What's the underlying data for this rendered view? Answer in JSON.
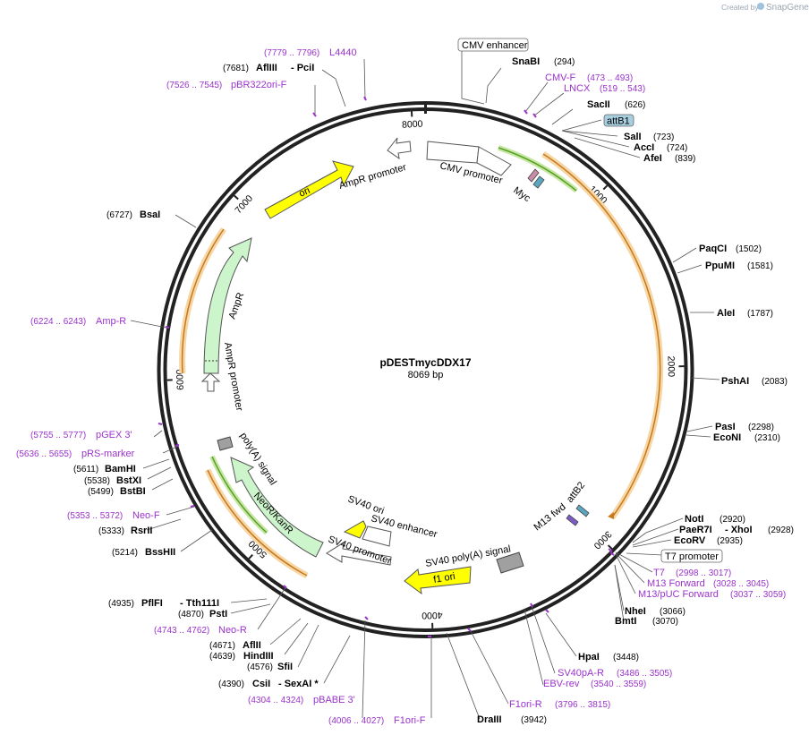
{
  "credit": {
    "prefix": "Created by",
    "app": "SnapGene"
  },
  "plasmid": {
    "name": "pDESTmycDDX17",
    "size_label": "8069 bp",
    "length": 8069
  },
  "ticks": [
    {
      "pos": 1000,
      "label": "1000"
    },
    {
      "pos": 2000,
      "label": "2000"
    },
    {
      "pos": 3000,
      "label": "3000"
    },
    {
      "pos": 4000,
      "label": "4000"
    },
    {
      "pos": 5000,
      "label": "5000"
    },
    {
      "pos": 6000,
      "label": "6000"
    },
    {
      "pos": 7000,
      "label": "7000"
    },
    {
      "pos": 8000,
      "label": "8000"
    }
  ],
  "enzymes": [
    {
      "id": "snabi",
      "name": "SnaBI",
      "pos_label": "(294)"
    },
    {
      "id": "sacii",
      "name": "SacII",
      "pos_label": "(626)"
    },
    {
      "id": "sali",
      "name": "SalI",
      "pos_label": "(723)"
    },
    {
      "id": "acci",
      "name": "AccI",
      "pos_label": "(724)"
    },
    {
      "id": "afei",
      "name": "AfeI",
      "pos_label": "(839)"
    },
    {
      "id": "paqci",
      "name": "PaqCI",
      "pos_label": "(1502)"
    },
    {
      "id": "ppumi",
      "name": "PpuMI",
      "pos_label": "(1581)"
    },
    {
      "id": "alei",
      "name": "AleI",
      "pos_label": "(1787)"
    },
    {
      "id": "pshai",
      "name": "PshAI",
      "pos_label": "(2083)"
    },
    {
      "id": "pasi",
      "name": "PasI",
      "pos_label": "(2298)"
    },
    {
      "id": "econi",
      "name": "EcoNI",
      "pos_label": "(2310)"
    },
    {
      "id": "noti",
      "name": "NotI",
      "pos_label": "(2920)"
    },
    {
      "id": "paer7i",
      "name": "PaeR7I",
      "extra": "XhoI",
      "pos_label": "(2928)"
    },
    {
      "id": "ecorv",
      "name": "EcoRV",
      "pos_label": "(2935)"
    },
    {
      "id": "nhei",
      "name": "NheI",
      "pos_label": "(3066)"
    },
    {
      "id": "bmti",
      "name": "BmtI",
      "pos_label": "(3070)"
    },
    {
      "id": "hpai",
      "name": "HpaI",
      "pos_label": "(3448)"
    },
    {
      "id": "draiii",
      "name": "DraIII",
      "pos_label": "(3942)"
    },
    {
      "id": "csii",
      "name": "CsiI",
      "extra": "SexAI *",
      "pos_label": "(4390)"
    },
    {
      "id": "sfii",
      "name": "SfiI",
      "pos_label": "(4576)"
    },
    {
      "id": "hindiii",
      "name": "HindIII",
      "pos_label": "(4639)"
    },
    {
      "id": "aflii",
      "name": "AflII",
      "pos_label": "(4671)"
    },
    {
      "id": "psti",
      "name": "PstI",
      "pos_label": "(4870)"
    },
    {
      "id": "pflfi",
      "name": "PflFI",
      "extra": "Tth111I",
      "pos_label": "(4935)"
    },
    {
      "id": "bsshii",
      "name": "BssHII",
      "pos_label": "(5214)"
    },
    {
      "id": "rsrii",
      "name": "RsrII",
      "pos_label": "(5333)"
    },
    {
      "id": "bstbi",
      "name": "BstBI",
      "pos_label": "(5499)"
    },
    {
      "id": "bstxi",
      "name": "BstXI",
      "pos_label": "(5538)"
    },
    {
      "id": "bamhi",
      "name": "BamHI",
      "pos_label": "(5611)"
    },
    {
      "id": "bsai",
      "name": "BsaI",
      "pos_label": "(6727)"
    },
    {
      "id": "afliii",
      "name": "AflIII",
      "extra": "PciI",
      "pos_label": "(7681)"
    }
  ],
  "primers": [
    {
      "id": "cmvf",
      "name": "CMV-F",
      "range": "(473 .. 493)"
    },
    {
      "id": "lncx",
      "name": "LNCX",
      "range": "(519 .. 543)"
    },
    {
      "id": "t7",
      "name": "T7",
      "range": "(2998 .. 3017)"
    },
    {
      "id": "m13fwd",
      "name": "M13 Forward",
      "range": "(3028 .. 3045)"
    },
    {
      "id": "m13puc",
      "name": "M13/pUC Forward",
      "range": "(3037 .. 3059)"
    },
    {
      "id": "sv40par",
      "name": "SV40pA-R",
      "range": "(3486 .. 3505)"
    },
    {
      "id": "ebvrev",
      "name": "EBV-rev",
      "range": "(3540 .. 3559)"
    },
    {
      "id": "f1orir",
      "name": "F1ori-R",
      "range": "(3796 .. 3815)"
    },
    {
      "id": "f1orif",
      "name": "F1ori-F",
      "range": "(4006 .. 4027)"
    },
    {
      "id": "pbabe3",
      "name": "pBABE 3'",
      "range": "(4304 .. 4324)"
    },
    {
      "id": "neor",
      "name": "Neo-R",
      "range": "(4743 .. 4762)"
    },
    {
      "id": "neof",
      "name": "Neo-F",
      "range": "(5353 .. 5372)"
    },
    {
      "id": "prsmarker",
      "name": "pRS-marker",
      "range": "(5636 .. 5655)"
    },
    {
      "id": "pgex3",
      "name": "pGEX 3'",
      "range": "(5755 .. 5777)"
    },
    {
      "id": "ampr_primer",
      "name": "Amp-R",
      "range": "(6224 .. 6243)"
    },
    {
      "id": "pbr322",
      "name": "pBR322ori-F",
      "range": "(7526 .. 7545)"
    },
    {
      "id": "l4440",
      "name": "L4440",
      "range": "(7779 .. 7796)"
    }
  ],
  "boxed_labels": [
    {
      "id": "cmv_enh",
      "text": "CMV enhancer"
    },
    {
      "id": "attb1",
      "text": "attB1"
    },
    {
      "id": "t7prom",
      "text": "T7 promoter"
    }
  ],
  "features": [
    {
      "id": "cmv_promoter",
      "text": "CMV promoter"
    },
    {
      "id": "myc",
      "text": "Myc"
    },
    {
      "id": "ampr_prom_top",
      "text": "AmpR promoter"
    },
    {
      "id": "ori",
      "text": "ori"
    },
    {
      "id": "ampr",
      "text": "AmpR"
    },
    {
      "id": "ampr_prom_left",
      "text": "AmpR promoter"
    },
    {
      "id": "polya",
      "text": "poly(A) signal"
    },
    {
      "id": "neokan",
      "text": "NeoR/KanR"
    },
    {
      "id": "sv40ori",
      "text": "SV40 ori"
    },
    {
      "id": "sv40enh",
      "text": "SV40 enhancer"
    },
    {
      "id": "sv40prom",
      "text": "SV40 promoter"
    },
    {
      "id": "sv40polya",
      "text": "SV40 poly(A) signal"
    },
    {
      "id": "f1ori",
      "text": "f1 ori"
    },
    {
      "id": "m13fwd_feat",
      "text": "M13 fwd"
    },
    {
      "id": "attb2",
      "text": "attB2"
    }
  ],
  "colors": {
    "primer": "#9b33cc",
    "ori": "#ffff00",
    "ampr": "#ccf5cc",
    "orf_orange": "#f0b55a",
    "orf_green": "#55a023",
    "box_blue": "#a7cfe0",
    "grey": "#a0a0a0"
  }
}
